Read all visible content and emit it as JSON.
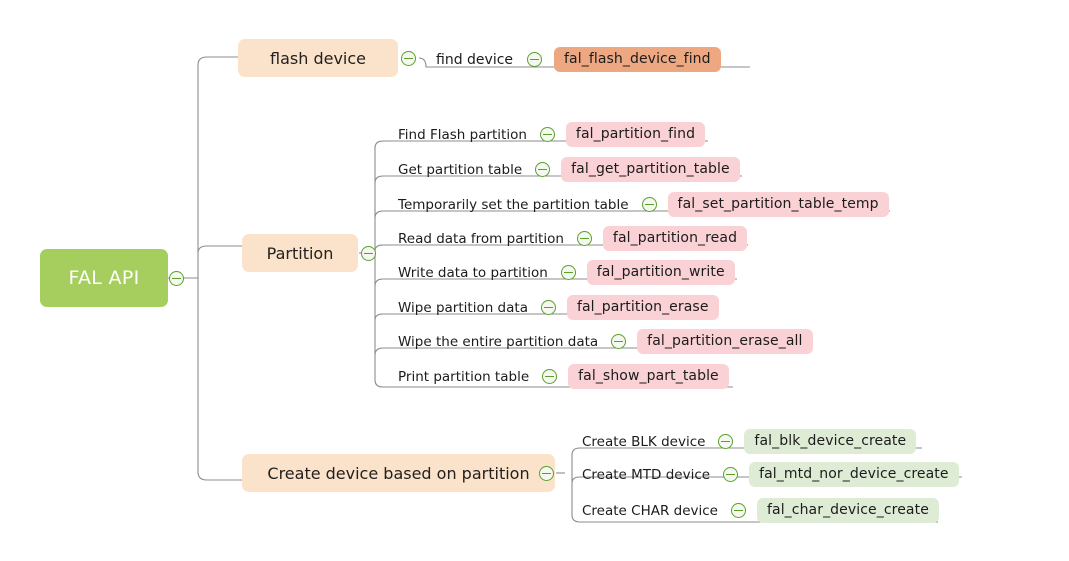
{
  "diagram": {
    "type": "mind-map",
    "title": "FAL API",
    "background": "#ffffff",
    "colors": {
      "root": "#a6ce5e",
      "root_text": "#ffffff",
      "topic": "#fbe3cb",
      "badge_pink": "#fad1d4",
      "badge_salmon": "#eda882",
      "badge_green": "#dfecd5",
      "connector": "#8c8c8c",
      "toggle": "#5aa02c"
    },
    "toggle_icon": "collapse-minus-icon"
  },
  "root": {
    "label": "FAL API"
  },
  "branches": [
    {
      "id": "flash-device",
      "label": "flash device",
      "children": [
        {
          "label": "find device",
          "api": "fal_flash_device_find",
          "badge": "salmon"
        }
      ]
    },
    {
      "id": "partition",
      "label": "Partition",
      "children": [
        {
          "label": "Find Flash partition",
          "api": "fal_partition_find",
          "badge": "pink"
        },
        {
          "label": "Get partition table",
          "api": "fal_get_partition_table",
          "badge": "pink"
        },
        {
          "label": "Temporarily set the partition table",
          "api": "fal_set_partition_table_temp",
          "badge": "pink"
        },
        {
          "label": "Read data from partition",
          "api": "fal_partition_read",
          "badge": "pink"
        },
        {
          "label": "Write data to partition",
          "api": "fal_partition_write",
          "badge": "pink"
        },
        {
          "label": "Wipe partition data",
          "api": "fal_partition_erase",
          "badge": "pink"
        },
        {
          "label": "Wipe the entire partition data",
          "api": "fal_partition_erase_all",
          "badge": "pink"
        },
        {
          "label": "Print partition table",
          "api": "fal_show_part_table",
          "badge": "pink"
        }
      ]
    },
    {
      "id": "create-device",
      "label": "Create device based on partition",
      "children": [
        {
          "label": "Create BLK device",
          "api": "fal_blk_device_create",
          "badge": "green"
        },
        {
          "label": "Create MTD device",
          "api": "fal_mtd_nor_device_create",
          "badge": "green"
        },
        {
          "label": "Create CHAR device",
          "api": "fal_char_device_create",
          "badge": "green"
        }
      ]
    }
  ]
}
